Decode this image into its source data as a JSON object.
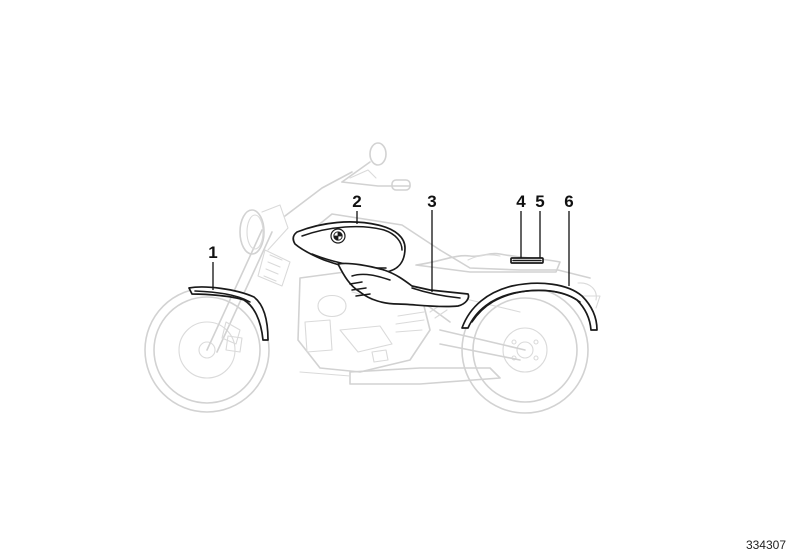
{
  "callouts": [
    {
      "id": "front-fender",
      "label": "1"
    },
    {
      "id": "fuel-tank",
      "label": "2"
    },
    {
      "id": "side-panel",
      "label": "3"
    },
    {
      "id": "seat-emblem-a",
      "label": "4"
    },
    {
      "id": "seat-emblem-b",
      "label": "5"
    },
    {
      "id": "rear-fender",
      "label": "6"
    }
  ],
  "diagram_number": "334307",
  "colors": {
    "ghost_outline": "#d2d2d2",
    "part_outline": "#1a1a1a",
    "text": "#111111"
  }
}
